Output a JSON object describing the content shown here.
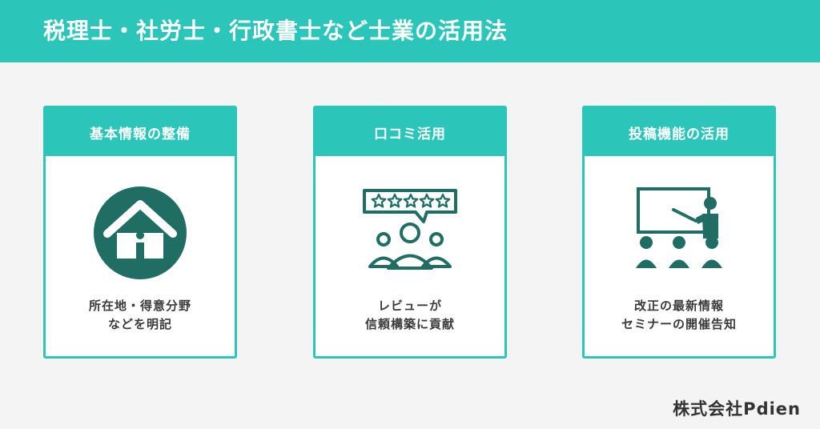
{
  "header": {
    "title": "税理士・社労士・行政書士など士業の活用法"
  },
  "cards": [
    {
      "title": "基本情報の整備",
      "icon": "house-icon",
      "lines": [
        "所在地・得意分野",
        "などを明記"
      ]
    },
    {
      "title": "口コミ活用",
      "icon": "review-people-icon",
      "lines": [
        "レビューが",
        "信頼構築に貢献"
      ]
    },
    {
      "title": "投稿機能の活用",
      "icon": "seminar-presentation-icon",
      "lines": [
        "改正の最新情報",
        "セミナーの開催告知"
      ]
    }
  ],
  "footer": {
    "company": "株式会社Pdien"
  },
  "colors": {
    "accent": "#2bc6b9",
    "icon": "#1f6d63",
    "text": "#3a3a3a",
    "background": "#f4f4f4"
  }
}
